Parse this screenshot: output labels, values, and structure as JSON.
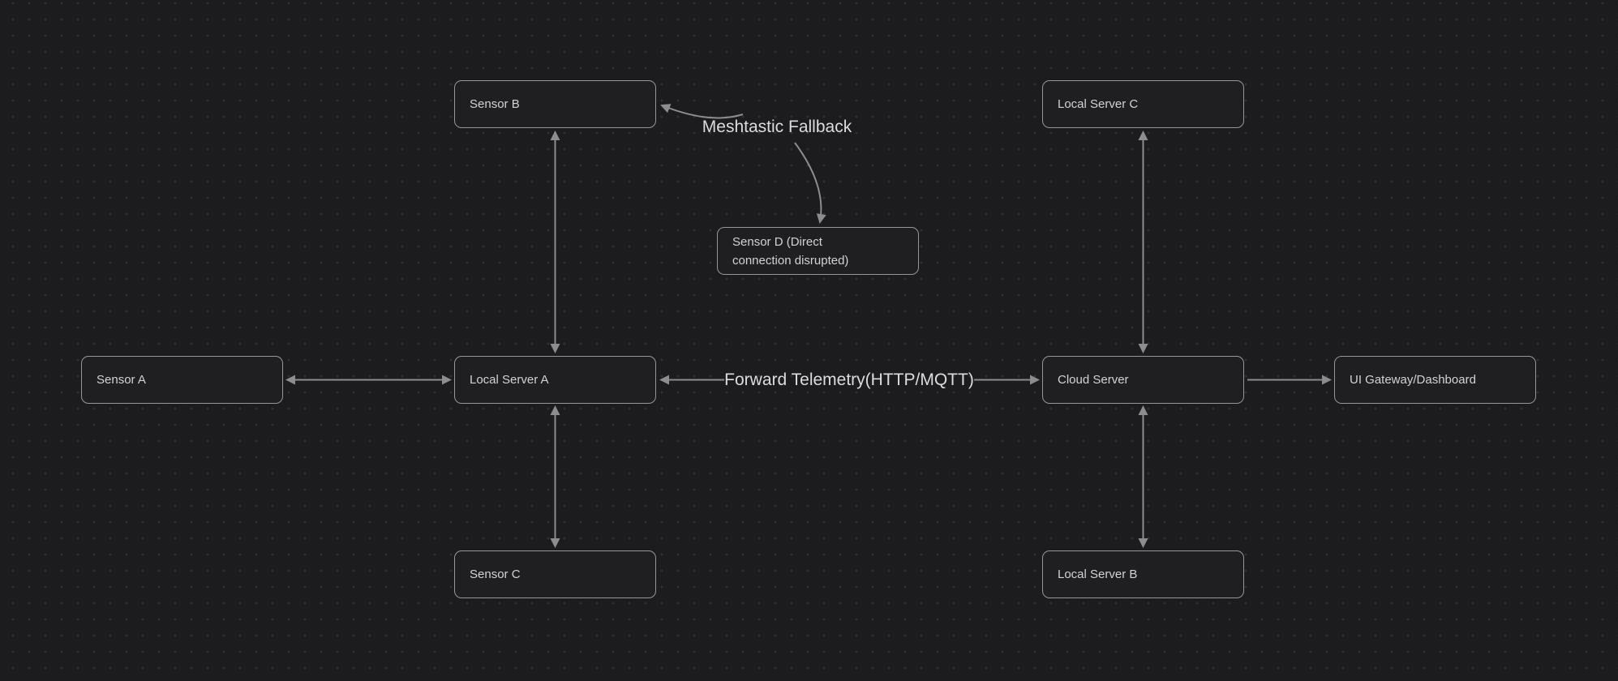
{
  "canvas": {
    "background_color": "#1c1c1e",
    "grid_dot_color": "#313134",
    "node_border_color": "#97979b",
    "node_fill_color": "#1f1f22",
    "node_text_color": "#d3d3d7",
    "arrow_color": "#8d8d90",
    "edge_label_color": "#dcdce0"
  },
  "nodes": [
    {
      "id": "sensor-b",
      "label": "Sensor B"
    },
    {
      "id": "local-server-c",
      "label": "Local Server C"
    },
    {
      "id": "sensor-d",
      "label": "Sensor D (Direct connection disrupted)"
    },
    {
      "id": "sensor-a",
      "label": "Sensor A"
    },
    {
      "id": "local-server-a",
      "label": "Local Server A"
    },
    {
      "id": "cloud-server",
      "label": "Cloud Server"
    },
    {
      "id": "ui-gateway-dashboard",
      "label": "UI Gateway/Dashboard"
    },
    {
      "id": "sensor-c",
      "label": "Sensor C"
    },
    {
      "id": "local-server-b",
      "label": "Local Server B"
    }
  ],
  "edge_labels": [
    {
      "id": "meshtastic-fallback",
      "text": "Meshtastic Fallback"
    },
    {
      "id": "forward-telemetry",
      "text": "Forward Telemetry(HTTP/MQTT)"
    }
  ],
  "edges": [
    {
      "from": "sensor-b",
      "to": "local-server-a",
      "arrows": "both",
      "shape": "straight"
    },
    {
      "from": "local-server-a",
      "to": "sensor-c",
      "arrows": "both",
      "shape": "straight"
    },
    {
      "from": "sensor-a",
      "to": "local-server-a",
      "arrows": "both",
      "shape": "straight"
    },
    {
      "from": "local-server-a",
      "to": "cloud-server",
      "arrows": "both",
      "shape": "straight",
      "label": "Forward Telemetry(HTTP/MQTT)"
    },
    {
      "from": "local-server-c",
      "to": "cloud-server",
      "arrows": "both",
      "shape": "straight"
    },
    {
      "from": "cloud-server",
      "to": "local-server-b",
      "arrows": "both",
      "shape": "straight"
    },
    {
      "from": "cloud-server",
      "to": "ui-gateway-dashboard",
      "arrows": "end",
      "shape": "straight"
    },
    {
      "from": "meshtastic-fallback",
      "to": "sensor-b",
      "arrows": "end",
      "shape": "curved"
    },
    {
      "from": "meshtastic-fallback",
      "to": "sensor-d",
      "arrows": "end",
      "shape": "curved"
    }
  ]
}
